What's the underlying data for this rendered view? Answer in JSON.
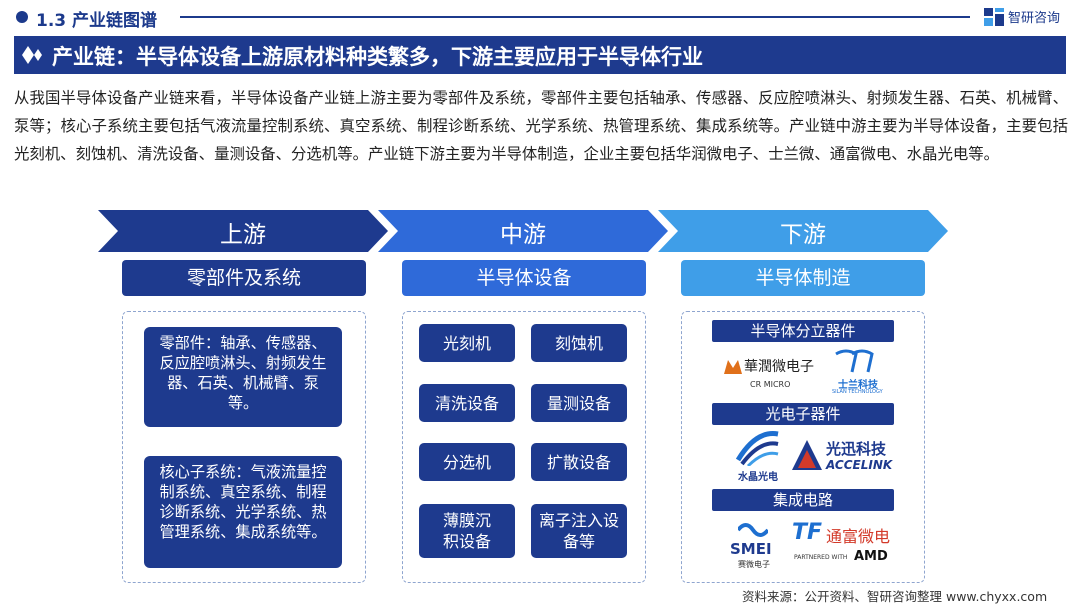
{
  "section": {
    "title": "1.3 产业链图谱",
    "brand": "智研咨询"
  },
  "headline": "产业链：半导体设备上游原材料种类繁多，下游主要应用于半导体行业",
  "description": "从我国半导体设备产业链来看，半导体设备产业链上游主要为零部件及系统，零部件主要包括轴承、传感器、反应腔喷淋头、射频发生器、石英、机械臂、泵等；核心子系统主要包括气液流量控制系统、真空系统、制程诊断系统、光学系统、热管理系统、集成系统等。产业链中游主要为半导体设备，主要包括光刻机、刻蚀机、清洗设备、量测设备、分选机等。产业链下游主要为半导体制造，企业主要包括华润微电子、士兰微、通富微电、水晶光电等。",
  "stages": {
    "up": "上游",
    "mid": "中游",
    "down": "下游"
  },
  "categories": {
    "up": "零部件及系统",
    "mid": "半导体设备",
    "down": "半导体制造"
  },
  "upstream": {
    "card1": "零部件：轴承、传感器、反应腔喷淋头、射频发生器、石英、机械臂、泵等。",
    "card2": "核心子系统：气液流量控制系统、真空系统、制程诊断系统、光学系统、热管理系统、集成系统等。"
  },
  "midstream": {
    "items": [
      "光刻机",
      "刻蚀机",
      "清洗设备",
      "量测设备",
      "分选机",
      "扩散设备",
      "薄膜沉积设备",
      "离子注入设备等"
    ]
  },
  "downstream": {
    "groups": [
      "半导体分立器件",
      "光电子器件",
      "集成电路"
    ],
    "logos": {
      "crmicro_cn": "華潤微电子",
      "crmicro_en": "CR MICRO",
      "silan_cn": "士兰科技",
      "silan_en": "SILAN TECHNOLOGY",
      "crystal_cn": "水晶光电",
      "accelink_cn": "光迅科技",
      "accelink_en": "ACCELINK",
      "smei_en": "SMEI",
      "smei_cn": "赛微电子",
      "tf_en": "TF",
      "tf_cn": "通富微电",
      "tf_partner": "PARTNERED WITH",
      "tf_amd": "AMD"
    }
  },
  "source": "资料来源：公开资料、智研咨询整理 www.chyxx.com",
  "colors": {
    "navy": "#1e3a8e",
    "mid_blue": "#2f6ad9",
    "light_blue": "#3f9ee8"
  }
}
